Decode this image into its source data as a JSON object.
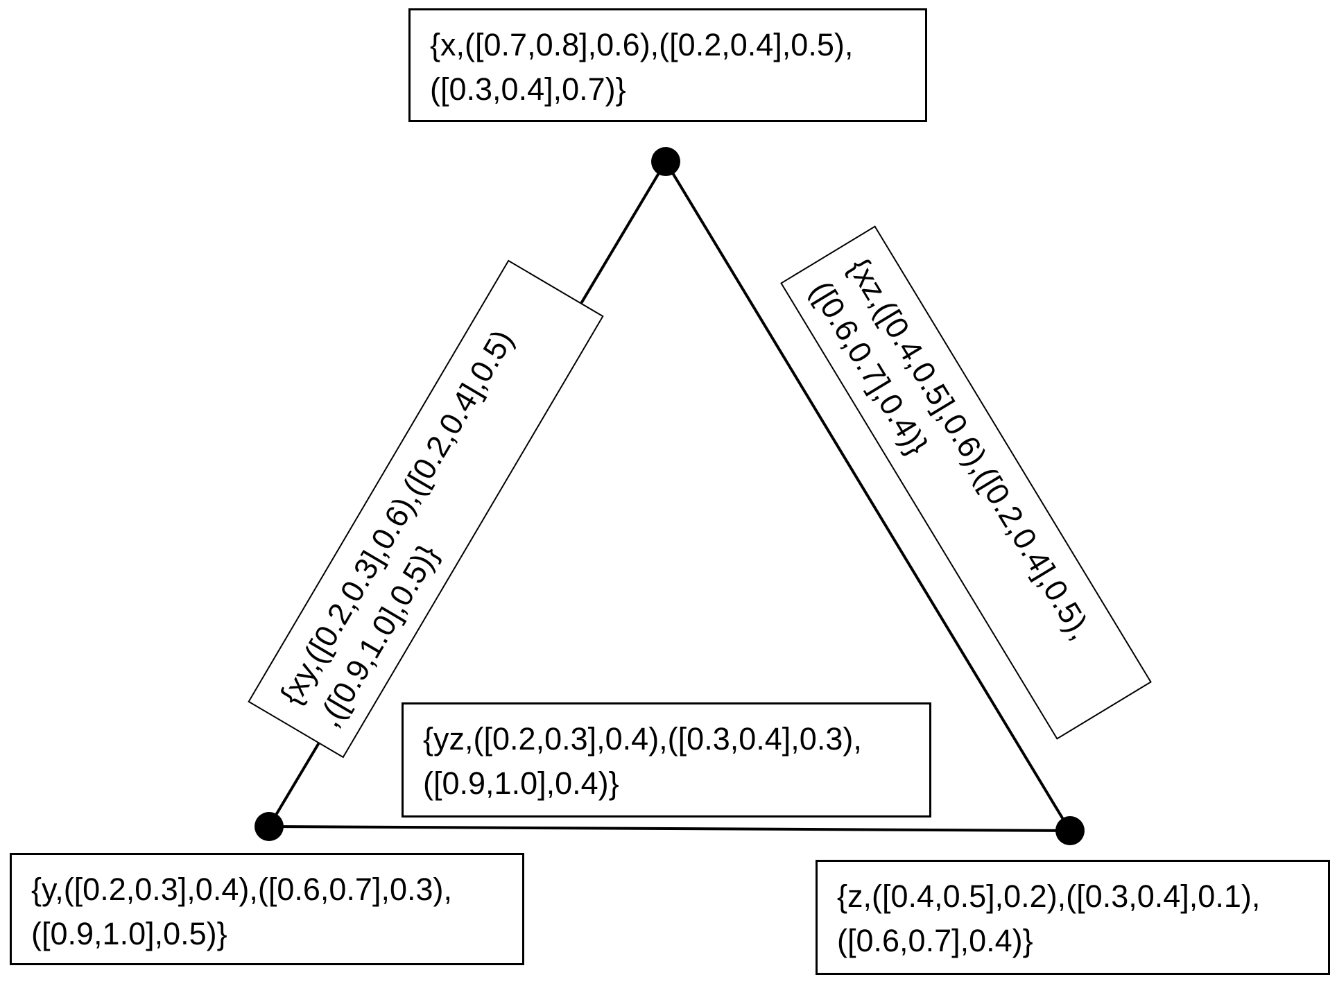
{
  "vertices": [
    {
      "id": "x",
      "label_lines": [
        "{x,([0.7,0.8],0.6),([0.2,0.4],0.5),",
        "([0.3,0.4],0.7)}"
      ]
    },
    {
      "id": "y",
      "label_lines": [
        "{y,([0.2,0.3],0.4),([0.6,0.7],0.3),",
        "([0.9,1.0],0.5)}"
      ]
    },
    {
      "id": "z",
      "label_lines": [
        "{z,([0.4,0.5],0.2),([0.3,0.4],0.1),",
        "([0.6,0.7],0.4)}"
      ]
    }
  ],
  "edges": [
    {
      "id": "xy",
      "from": "x",
      "to": "y",
      "label_lines": [
        "{xy,([0.2,0.3],0.6),([0.2,0.4],0.5)",
        ",([0.9,1.0],0.5)}"
      ]
    },
    {
      "id": "xz",
      "from": "x",
      "to": "z",
      "label_lines": [
        "{xz,([0.4,0.5],0.6),([0.2,0.4],0.5),",
        "([0.6,0.7],0.4)}"
      ]
    },
    {
      "id": "yz",
      "from": "y",
      "to": "z",
      "label_lines": [
        "{yz,([0.2,0.3],0.4),([0.3,0.4],0.3),",
        "([0.9,1.0],0.4)}"
      ]
    }
  ]
}
